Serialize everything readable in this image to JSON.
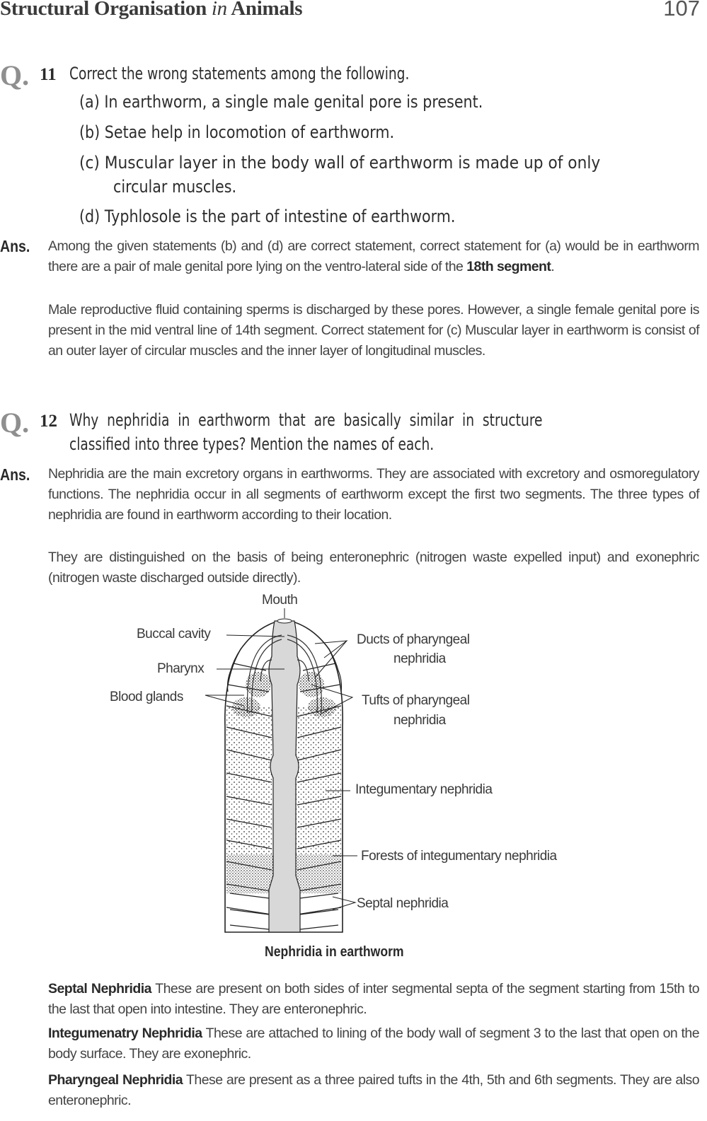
{
  "header": {
    "title_part1": "Structural Organisation ",
    "title_italic": "in",
    "title_part2": " Animals",
    "page_number": "107"
  },
  "q11": {
    "marker": "Q.",
    "number": "11",
    "question": "Correct the wrong statements among the following.",
    "options": [
      "(a) In earthworm, a single male genital pore is present.",
      "(b) Setae help in locomotion of earthworm.",
      "(c) Muscular layer in the body wall of earthworm is made up of only",
      "circular muscles.",
      "(d) Typhlosole is the part of intestine of earthworm."
    ],
    "ans_label": "Ans.",
    "answer_p1_text": "Among the given statements  (b) and (d) are correct statement, correct statement for (a) would be in earthworm there are a pair of male genital pore lying on the ventro-lateral side of the ",
    "answer_p1_bold": "18th segment",
    "answer_p1_end": ".",
    "answer_p2": "Male reproductive fluid containing sperms is discharged by these pores. However, a single female genital pore is present in the mid ventral line of 14th segment. Correct statement for (c) Muscular layer in earthworm is consist of an outer layer of circular muscles and the inner layer of longitudinal muscles."
  },
  "q12": {
    "marker": "Q.",
    "number": "12",
    "question_line1": "Why  nephridia  in  earthworm  that  are  basically  similar  in  structure",
    "question_line2": "classified into three types? Mention the names of each.",
    "ans_label": "Ans.",
    "answer_p1": "Nephridia are the main excretory organs in earthworms. They are associated with excretory and osmoregulatory functions. The nephridia occur in all segments of earthworm except the first two segments. The three types of nephridia are found in earthworm according to their location.",
    "answer_p2": "They are distinguished on the basis of being enteronephric (nitrogen waste expelled input) and exonephric (nitrogen waste discharged outside directly)."
  },
  "figure": {
    "labels": {
      "mouth": "Mouth",
      "buccal_cavity": "Buccal cavity",
      "pharynx": "Pharynx",
      "blood_glands": "Blood glands",
      "ducts_line1": "Ducts of pharyngeal",
      "ducts_line2": "nephridia",
      "tufts_line1": "Tufts of pharyngeal",
      "tufts_line2": "nephridia",
      "integumentary": "Integumentary nephridia",
      "forests": "Forests of integumentary nephridia",
      "septal": "Septal nephridia"
    },
    "caption": "Nephridia in earthworm"
  },
  "types": [
    {
      "term": "Septal Nephridia",
      "text": " These are present on both sides of inter segmental septa of the segment starting from 15th to the last that open into intestine. They are enteronephric."
    },
    {
      "term": "Integumenatry Nephridia",
      "text": " These are attached to lining of the body wall of segment 3 to the last that open on the body surface. They are exonephric."
    },
    {
      "term": "Pharyngeal Nephridia",
      "text": " These are present as a three paired tufts in the 4th, 5th and 6th segments. They are also enteronephric."
    }
  ]
}
